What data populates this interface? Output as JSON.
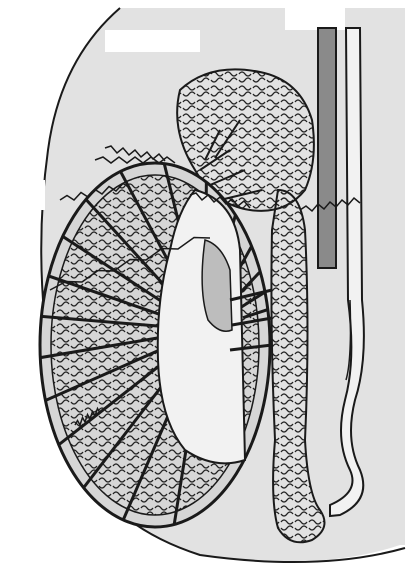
{
  "figure": {
    "kind": "anatomical-line-drawing",
    "subject": "testis-and-epididymis-cross-section",
    "labels_visible": false,
    "label_leader_lines": 7,
    "colors": {
      "background": "#ffffff",
      "scrotal_fill": "#e2e2e2",
      "outline": "#1a1a1a",
      "tubule_fill": "#d6d6d6",
      "mediastinum_fill": "#f2f2f2",
      "duct_fill": "#8a8a8a",
      "white_patch": "#ffffff"
    }
  }
}
